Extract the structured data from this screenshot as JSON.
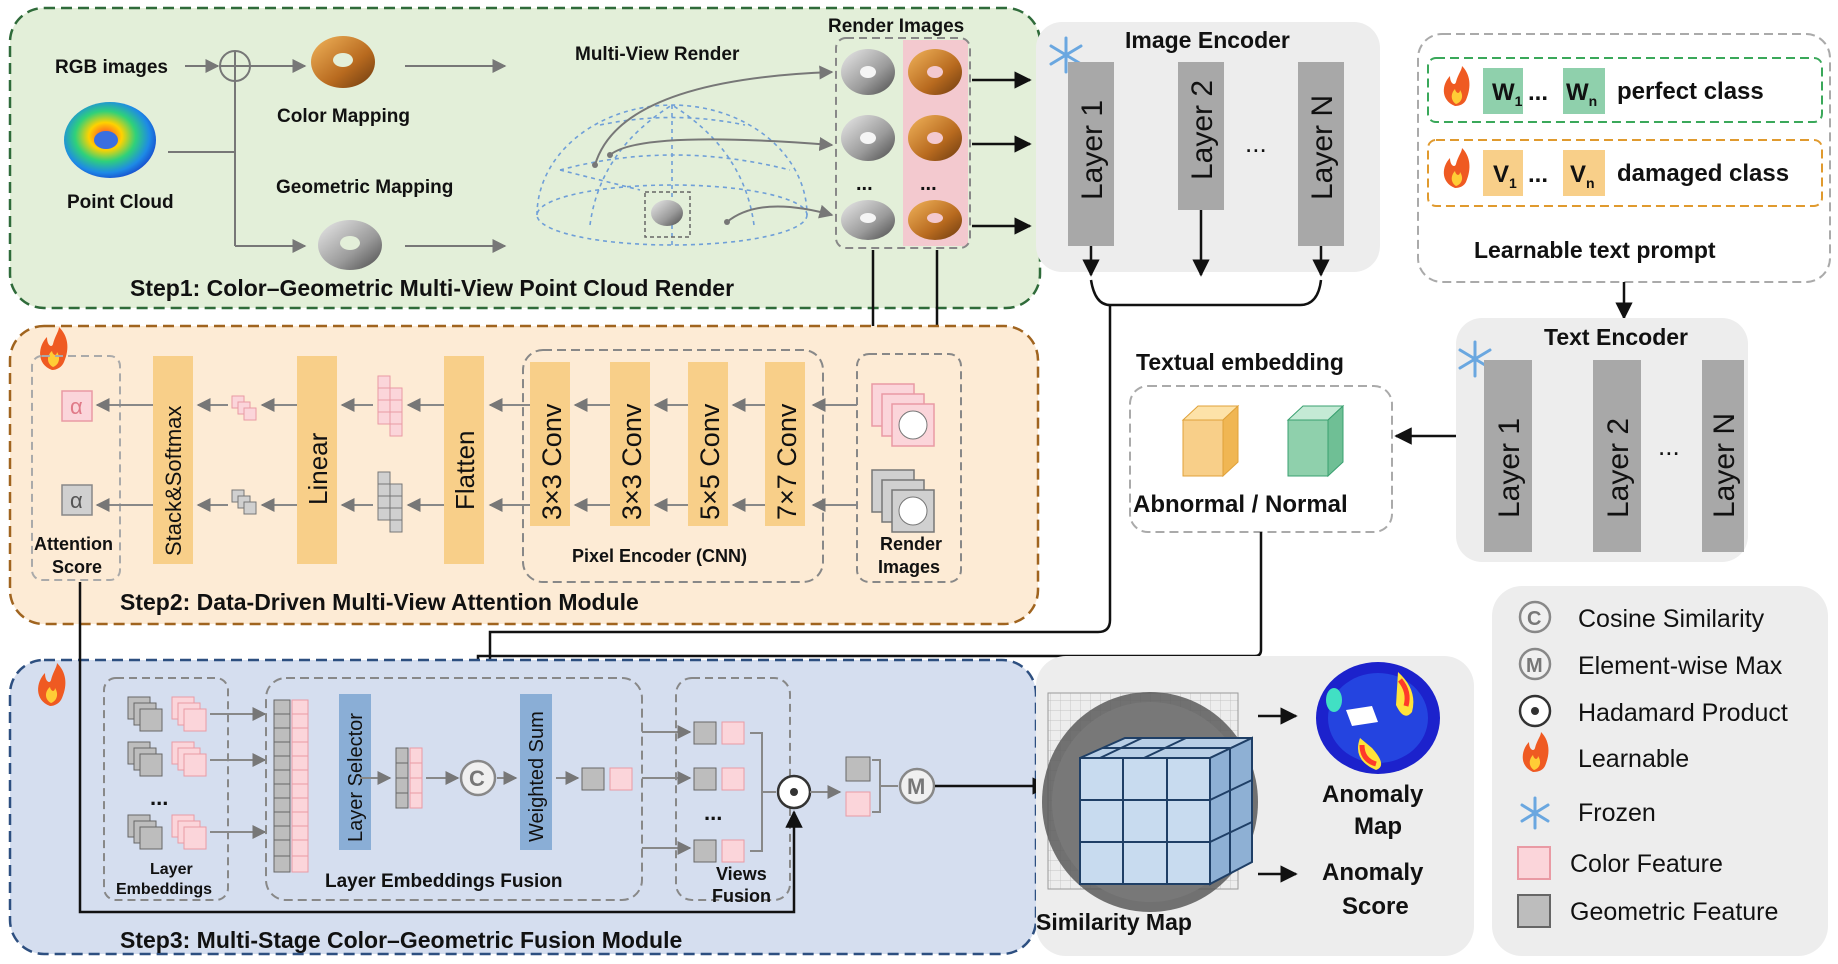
{
  "step1": {
    "title": "Step1: Color–Geometric Multi-View Point Cloud Render",
    "rgb_images": "RGB images",
    "point_cloud": "Point Cloud",
    "color_mapping": "Color Mapping",
    "geometric_mapping": "Geometric Mapping",
    "multi_view_render": "Multi-View Render",
    "render_images": "Render Images",
    "dots": "..."
  },
  "image_encoder": {
    "title": "Image Encoder",
    "layers": [
      "Layer 1",
      "Layer 2",
      "Layer N"
    ],
    "dots": "..."
  },
  "prompt": {
    "title": "Learnable text prompt",
    "perfect": {
      "w1": "W",
      "w1_sub": "1",
      "dots": "...",
      "wn": "W",
      "wn_sub": "n",
      "label": "perfect class"
    },
    "damaged": {
      "v1": "V",
      "v1_sub": "1",
      "dots": "...",
      "vn": "V",
      "vn_sub": "n",
      "label": "damaged class"
    }
  },
  "text_encoder": {
    "title": "Text Encoder",
    "layers": [
      "Layer 1",
      "Layer 2",
      "Layer N"
    ],
    "dots": "..."
  },
  "textual_embedding": {
    "title": "Textual embedding",
    "label": "Abnormal / Normal"
  },
  "step2": {
    "title": "Step2:  Data-Driven Multi-View Attention Module",
    "stack_softmax": "Stack&Softmax",
    "linear": "Linear",
    "flatten": "Flatten",
    "convs": [
      "3×3 Conv",
      "3×3 Conv",
      "5×5 Conv",
      "7×7 Conv"
    ],
    "pixel_encoder": "Pixel Encoder (CNN)",
    "render_images_l1": "Render",
    "render_images_l2": "Images",
    "alpha": "α",
    "attention_l1": "Attention",
    "attention_l2": "Score"
  },
  "step3": {
    "title": "Step3: Multi-Stage Color–Geometric Fusion Module",
    "layer_embeddings_l1": "Layer",
    "layer_embeddings_l2": "Embeddings",
    "layer_selector": "Layer Selector",
    "weighted_sum": "Weighted Sum",
    "layer_fusion": "Layer Embeddings Fusion",
    "views_fusion_l1": "Views",
    "views_fusion_l2": "Fusion",
    "dots": "...",
    "c_symbol": "C",
    "m_symbol": "M"
  },
  "output": {
    "similarity_map": "Similarity Map",
    "anomaly_map_l1": "Anomaly",
    "anomaly_map_l2": "Map",
    "anomaly_score_l1": "Anomaly",
    "anomaly_score_l2": "Score"
  },
  "legend": {
    "items": [
      {
        "symbol": "C",
        "label": "Cosine Similarity"
      },
      {
        "symbol": "M",
        "label": "Element-wise Max"
      },
      {
        "symbol": "",
        "label": "Hadamard Product"
      },
      {
        "symbol": "",
        "label": "Learnable"
      },
      {
        "symbol": "",
        "label": "Frozen"
      },
      {
        "symbol": "",
        "label": "Color Feature"
      },
      {
        "symbol": "",
        "label": "Geometric Feature"
      }
    ]
  },
  "colors": {
    "step1_bg": "#e3efd9",
    "step1_border": "#2f6b3a",
    "step2_bg": "#fdebd5",
    "step2_border": "#a0641f",
    "step3_bg": "#d5deef",
    "step3_border": "#2d4f80",
    "panel_gray": "#ededed",
    "layer_gray": "#a8a8a8",
    "conv_orange": "#f8cf89",
    "selector_blue": "#8aaed6",
    "color_feature": "#f6c5cc",
    "geometric_feature": "#a8a8a8",
    "prompt_green": "#8fd0ac",
    "prompt_orange": "#f8cf89"
  }
}
